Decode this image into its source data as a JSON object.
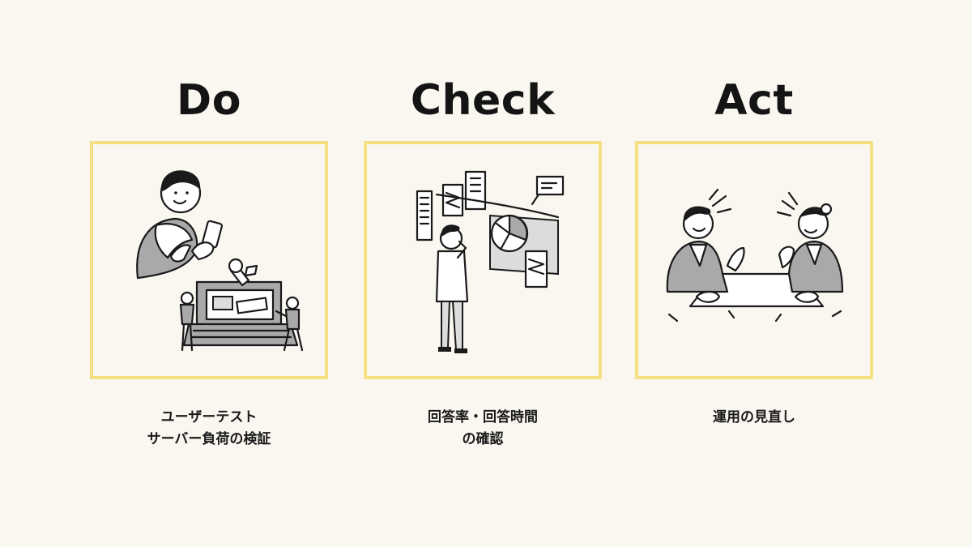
{
  "steps": [
    {
      "heading": "Do",
      "caption_lines": [
        "ユーザーテスト",
        "サーバー負荷の検証"
      ],
      "illustration": "person-with-phone-and-laptop-repair"
    },
    {
      "heading": "Check",
      "caption_lines": [
        "回答率・回答時間",
        "の確認"
      ],
      "illustration": "person-viewing-charts"
    },
    {
      "heading": "Act",
      "caption_lines": [
        "運用の見直し"
      ],
      "illustration": "two-people-discussing-at-table"
    }
  ],
  "colors": {
    "background": "#faf7f0",
    "frame_border": "#f5e183",
    "text": "#1a1a1a",
    "fill_gray": "#a9a9a9"
  }
}
